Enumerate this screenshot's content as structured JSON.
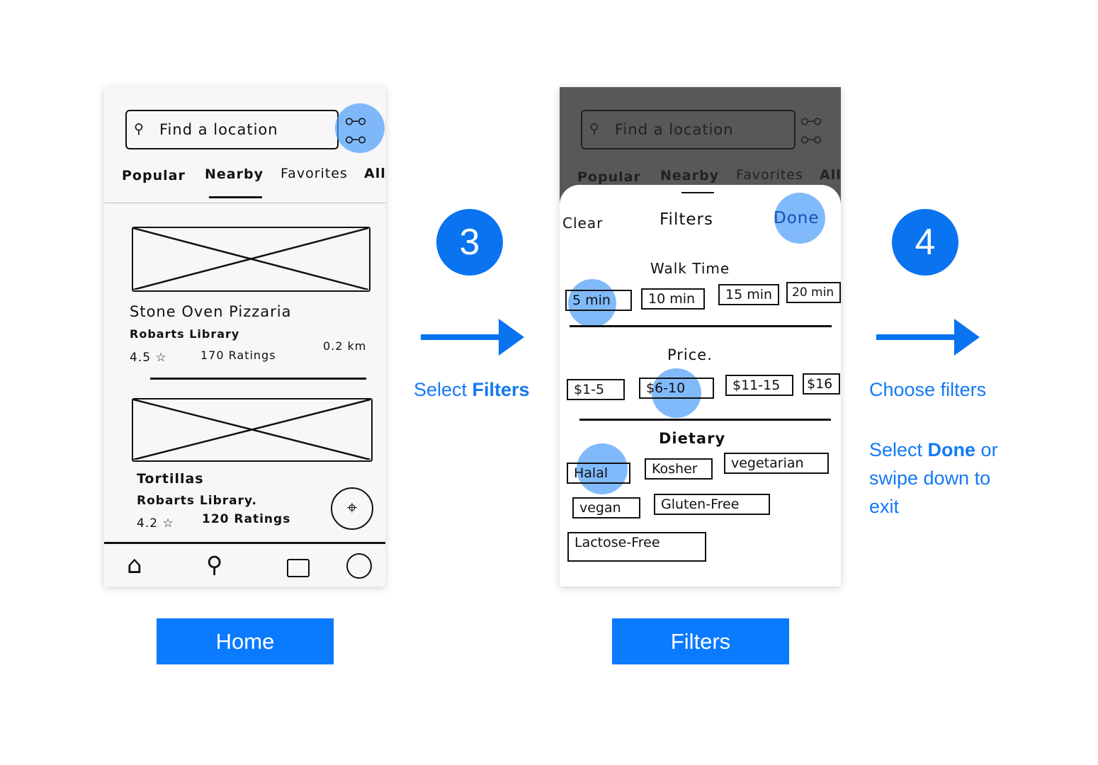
{
  "home_screen": {
    "search_placeholder": "Find a location",
    "tabs": [
      "Popular",
      "Nearby",
      "Favorites",
      "All"
    ],
    "active_tab": "Nearby",
    "cards": [
      {
        "name": "Stone Oven Pizzaria",
        "location": "Robarts Library",
        "rating": "4.5",
        "ratings_count": "170 Ratings",
        "distance": "0.2 km"
      },
      {
        "name": "Tortillas",
        "location": "Robarts Library.",
        "rating": "4.2",
        "ratings_count": "120 Ratings"
      }
    ],
    "nav_icons": [
      "home-icon",
      "search-icon",
      "bag-icon",
      "profile-icon"
    ]
  },
  "filters_screen": {
    "search_placeholder": "Find a location",
    "tabs": [
      "Popular",
      "Nearby",
      "Favorites",
      "All"
    ],
    "clear": "Clear",
    "title": "Filters",
    "done": "Done",
    "walk_time": {
      "label": "Walk Time",
      "options": [
        "5 min",
        "10 min",
        "15 min",
        "20 min"
      ],
      "selected": "5 min"
    },
    "price": {
      "label": "Price.",
      "options": [
        "$1-5",
        "$6-10",
        "$11-15",
        "$16"
      ],
      "selected": "$6-10"
    },
    "dietary": {
      "label": "Dietary",
      "options": [
        "Halal",
        "Kosher",
        "vegetarian",
        "vegan",
        "Gluten-Free",
        "Lactose-Free"
      ],
      "selected": "Halal"
    }
  },
  "steps": [
    {
      "number": "3",
      "caption_pre": "Select ",
      "caption_bold": "Filters"
    },
    {
      "number": "4",
      "caption": "Choose  filters",
      "detail_pre": "Select ",
      "detail_bold": "Done",
      "detail_post1": " or",
      "detail_line2": "swipe down to",
      "detail_line3": "exit"
    }
  ],
  "labels": {
    "home": "Home",
    "filters": "Filters"
  },
  "colors": {
    "accent": "#0a7aff",
    "caption": "#1479f5",
    "highlight": "#50a0fa"
  }
}
